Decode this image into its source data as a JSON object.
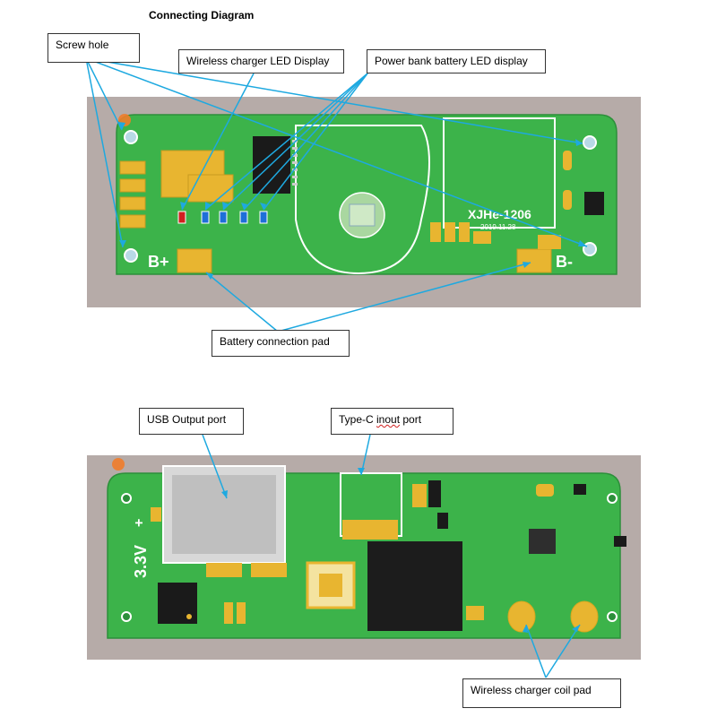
{
  "diagram": {
    "title": "Connecting Diagram",
    "top_labels": {
      "screw_hole": "Screw hole",
      "wireless_led": "Wireless charger LED Display",
      "power_bank_led": "Power bank battery LED display",
      "battery_pad": "Battery connection pad"
    },
    "bottom_labels": {
      "usb_output": "USB Output port",
      "typec_prefix": "Type-C ",
      "typec_word": "inout",
      "typec_suffix": " port",
      "coil_pad": "Wireless charger coil pad"
    },
    "board_text": {
      "b_plus": "B+",
      "b_minus": "B-",
      "model": "XJHe-1206",
      "date": "2019.11.28",
      "voltage": "3.3V",
      "plus": "+"
    },
    "colors": {
      "pcb_green": "#3cb34a",
      "pcb_dark": "#2c8f3a",
      "pad_gold": "#e8b530",
      "callout_line": "#1ea9e0",
      "background_gray": "#b6aba8",
      "led_red": "#d21f1f",
      "led_blue": "#1e6fd8"
    }
  }
}
